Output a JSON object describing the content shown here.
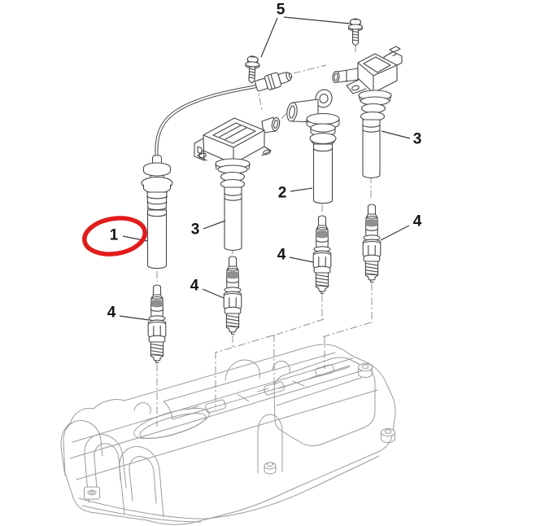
{
  "diagram": {
    "kind": "exploded-parts-line-drawing",
    "callouts": [
      {
        "label": "5"
      },
      {
        "label": "1"
      },
      {
        "label": "3"
      },
      {
        "label": "2"
      },
      {
        "label": "3"
      },
      {
        "label": "4"
      },
      {
        "label": "4"
      },
      {
        "label": "4"
      },
      {
        "label": "4"
      }
    ],
    "highlight": {
      "around_label": "1",
      "shape": "ellipse",
      "color": "#e11c1c"
    },
    "colors": {
      "background": "#ffffff",
      "part_line": "#474747",
      "cover_line": "#9b9b9b",
      "projection_line": "#909090",
      "label_text": "#151515"
    }
  }
}
